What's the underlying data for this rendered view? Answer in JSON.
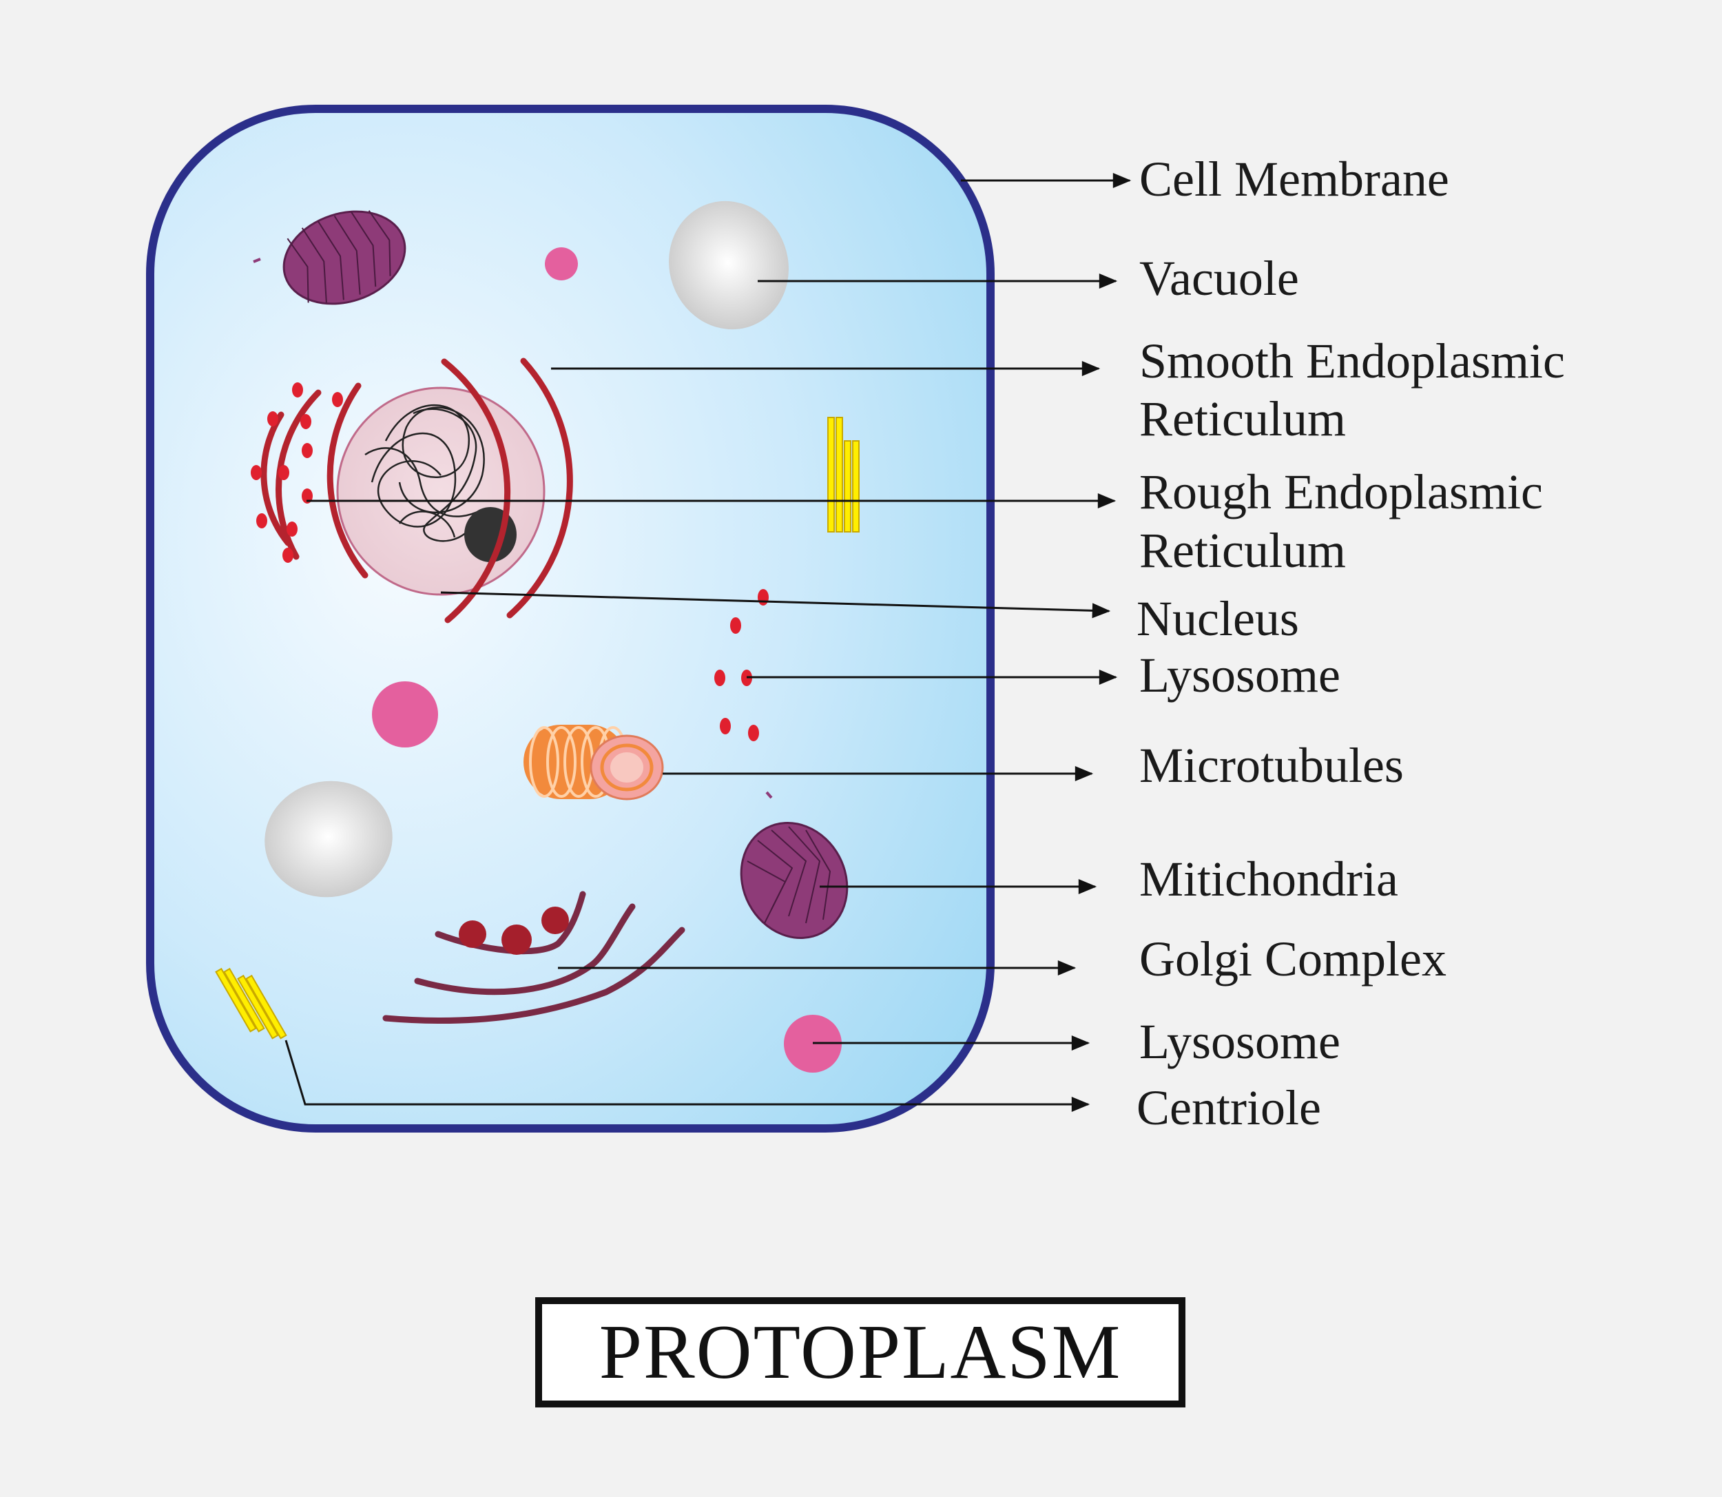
{
  "labels": {
    "cell_membrane": "Cell Membrane",
    "vacuole": "Vacuole",
    "smooth_er_line1": "Smooth Endoplasmic",
    "smooth_er_line2": "Reticulum",
    "rough_er_line1": "Rough Endoplasmic",
    "rough_er_line2": "Reticulum",
    "nucleus": "Nucleus",
    "lysosome_1": "Lysosome",
    "microtubules": "Microtubules",
    "mitochondria": "Mitichondria",
    "golgi": "Golgi Complex",
    "lysosome_2": "Lysosome",
    "centriole": "Centriole"
  },
  "title": "PROTOPLASM",
  "colors": {
    "background": "#f2f2f2",
    "membrane": "#2b2f8a",
    "cytoplasm_center": "#f4f9ff",
    "cytoplasm_edge": "#a6dcf5",
    "er": "#b4232e",
    "nucleus_fill": "#ecd3da",
    "nucleolus": "#333333",
    "mitochondria": "#8e3b78",
    "lysosome": "#e4609e",
    "vacuole": "#cfcfcf",
    "centriole": "#ffee00",
    "microtubule": "#f28a3c",
    "golgi_membrane": "#7a2a45",
    "golgi_vesicle": "#a51f2c"
  }
}
